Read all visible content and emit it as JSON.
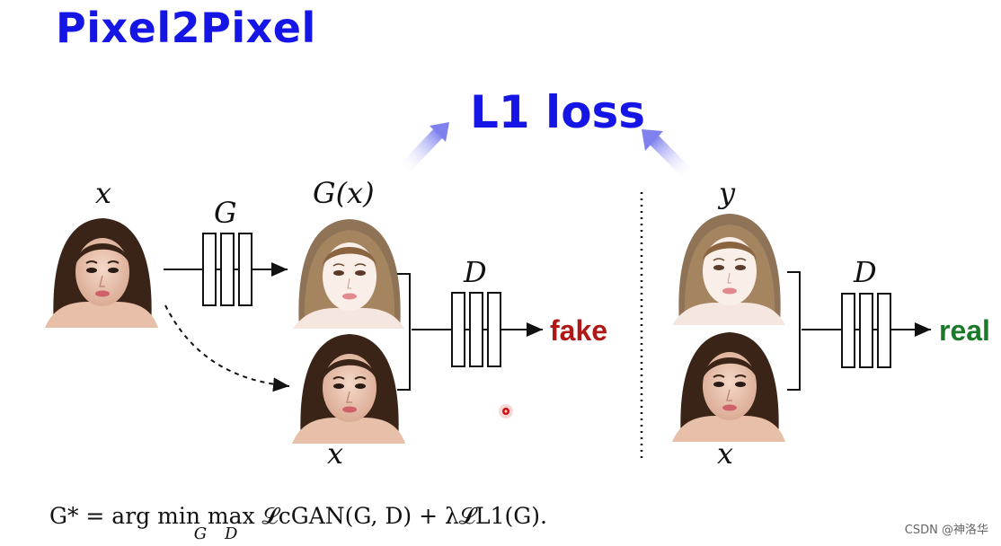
{
  "title": "Pixel2Pixel",
  "loss_label": "L1 loss",
  "labels": {
    "x_input": "x",
    "g_block": "G",
    "g_output": "G(x)",
    "d_block_fake": "D",
    "x_bottom_fake": "x",
    "y_label": "y",
    "d_block_real": "D",
    "x_bottom_real": "x"
  },
  "outputs": {
    "fake": "fake",
    "real": "real"
  },
  "formula": {
    "lhs": "G* = arg min",
    "min_under": "G",
    "max": "max",
    "max_under": "D",
    "rhs": "𝓛cGAN(G, D) + λ𝓛L1(G)."
  },
  "watermark": "CSDN @神洛华",
  "colors": {
    "title": "#1515e6",
    "fake": "#b01818",
    "real": "#1a7a2a",
    "arrow_glow": "#8a8cf0"
  },
  "icons": {
    "face_photo": "face-photo-icon",
    "face_sketch": "face-sketch-icon",
    "block": "network-block-icon",
    "laser_dot": "laser-pointer-dot-icon"
  }
}
